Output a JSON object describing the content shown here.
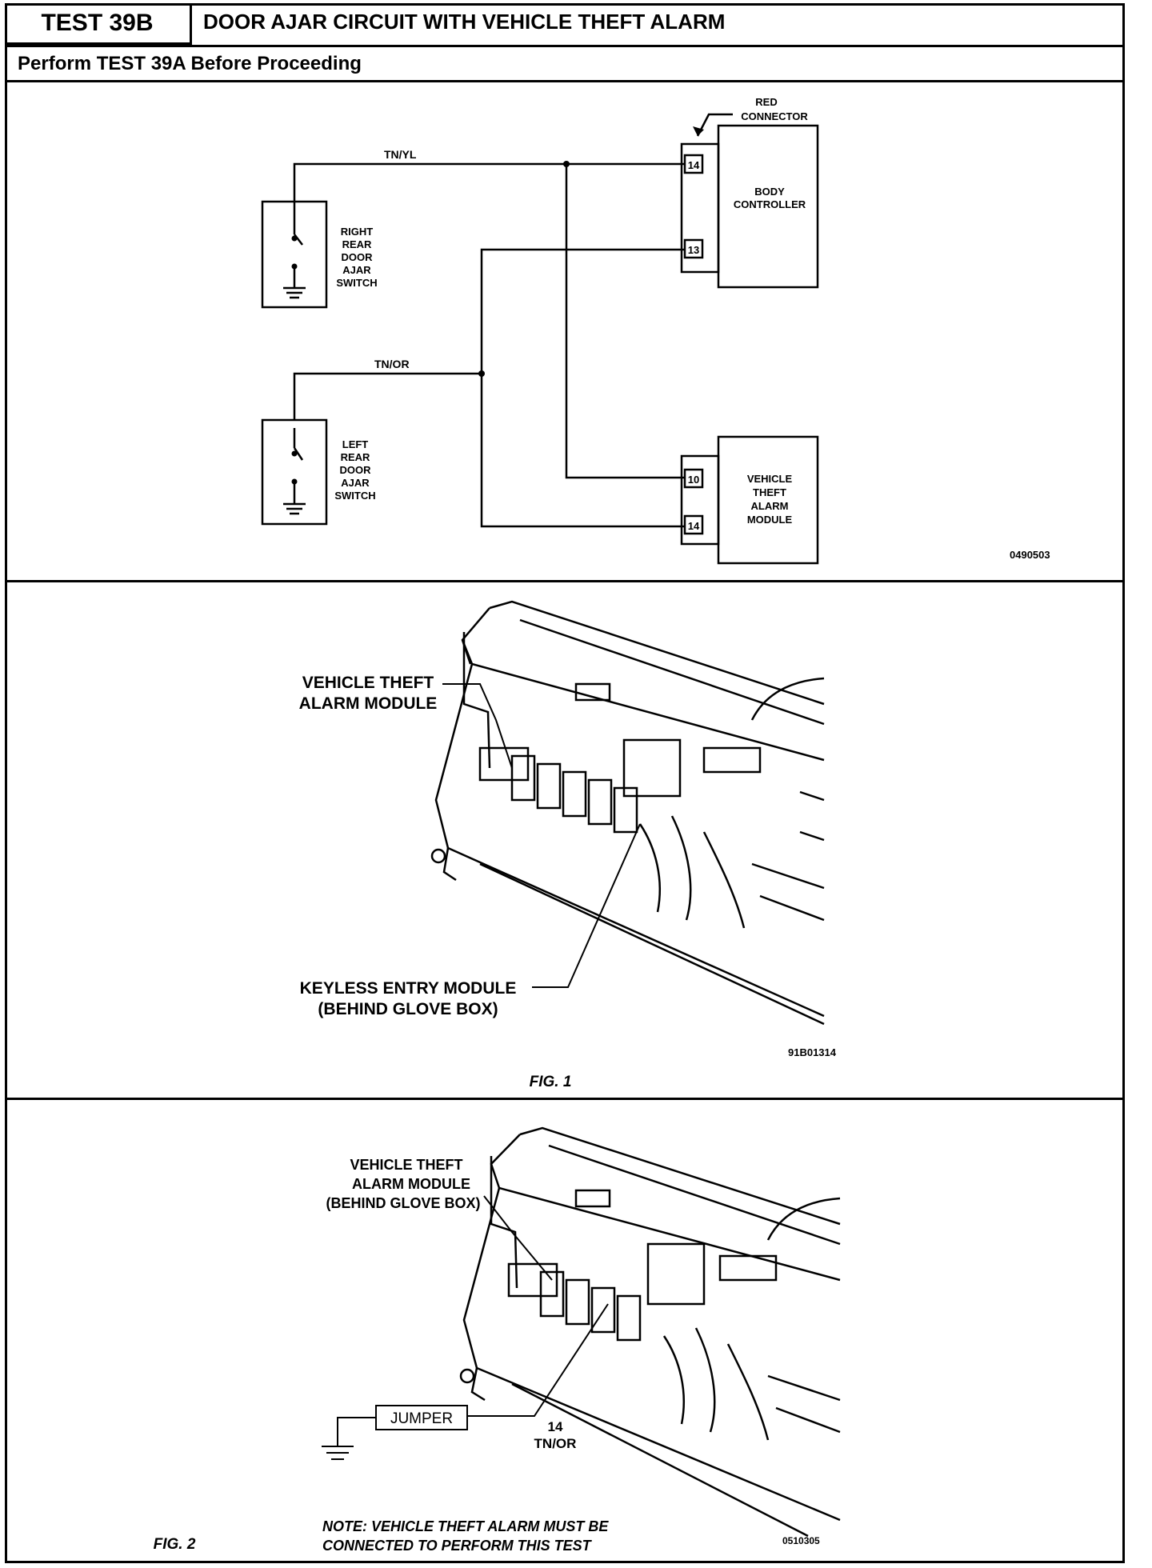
{
  "header": {
    "test_id": "TEST 39B",
    "title": "DOOR AJAR CIRCUIT WITH VEHICLE THEFT ALARM",
    "subtitle": "Perform TEST 39A Before Proceeding"
  },
  "schematic": {
    "wire_top": "TN/YL",
    "wire_bottom": "TN/OR",
    "red_connector": [
      "RED",
      "CONNECTOR"
    ],
    "body_controller": [
      "BODY",
      "CONTROLLER"
    ],
    "pin_bc_14": "14",
    "pin_bc_13": "13",
    "right_switch": [
      "RIGHT",
      "REAR",
      "DOOR",
      "AJAR",
      "SWITCH"
    ],
    "left_switch": [
      "LEFT",
      "REAR",
      "DOOR",
      "AJAR",
      "SWITCH"
    ],
    "vta_module": [
      "VEHICLE",
      "THEFT",
      "ALARM",
      "MODULE"
    ],
    "pin_vta_10": "10",
    "pin_vta_14": "14",
    "ref": "0490503"
  },
  "fig1": {
    "label_vta": [
      "VEHICLE THEFT",
      "ALARM MODULE"
    ],
    "label_keyless": [
      "KEYLESS ENTRY MODULE",
      "(BEHIND GLOVE BOX)"
    ],
    "ref": "91B01314",
    "caption": "FIG. 1"
  },
  "fig2": {
    "label_vta": [
      "VEHICLE THEFT",
      "ALARM MODULE",
      "(BEHIND GLOVE BOX)"
    ],
    "jumper": "JUMPER",
    "pin": "14",
    "wire": "TN/OR",
    "caption": "FIG. 2",
    "note": [
      "NOTE: VEHICLE THEFT ALARM MUST BE",
      "CONNECTED TO PERFORM THIS TEST"
    ],
    "ref": "0510305"
  }
}
